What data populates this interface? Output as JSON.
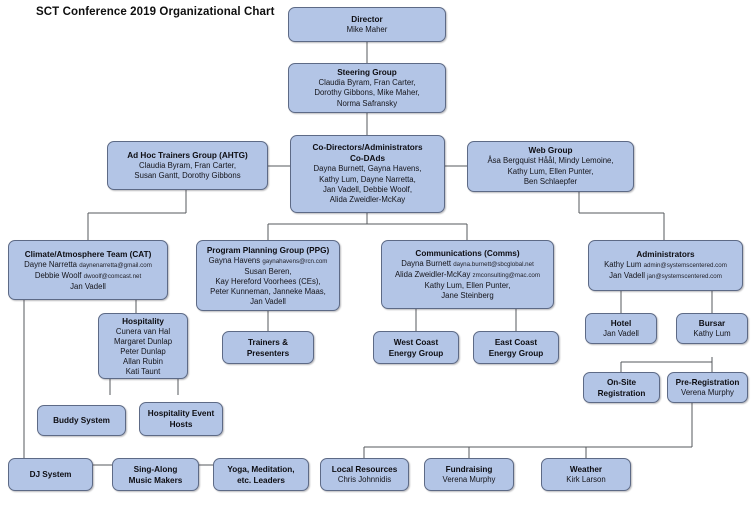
{
  "title": "SCT Conference 2019 Organizational Chart",
  "colors": {
    "box_fill": "#b3c5e6",
    "box_border": "#5d6a86",
    "connector": "#56585c",
    "text": "#14141a"
  },
  "nodes": {
    "director": {
      "name": "Director",
      "members": [
        "Mike Maher"
      ]
    },
    "steering_group": {
      "name": "Steering Group",
      "members": [
        "Claudia Byram, Fran Carter,",
        "Dorothy Gibbons, Mike Maher,",
        "Norma Safransky"
      ]
    },
    "ahtg": {
      "name": "Ad Hoc Trainers Group (AHTG)",
      "members": [
        "Claudia Byram, Fran Carter,",
        "Susan Gantt, Dorothy Gibbons"
      ]
    },
    "co_dads": {
      "name": "Co-Directors/Administrators",
      "name2": "Co-DAds",
      "members": [
        "Dayna Burnett, Gayna Havens,",
        "Kathy Lum, Dayne Narretta,",
        "Jan Vadell, Debbie Woolf,",
        "Alida Zweidler-McKay"
      ]
    },
    "web_group": {
      "name": "Web Group",
      "members": [
        "Åsa Bergquist Håål, Mindy Lemoine,",
        "Kathy Lum, Ellen Punter,",
        "Ben Schlaepfer"
      ]
    },
    "cat": {
      "name": "Climate/Atmosphere Team (CAT)",
      "members": [
        {
          "person": "Dayne Narretta",
          "email": "daynenarretta@gmail.com"
        },
        {
          "person": "Debbie Woolf",
          "email": "dwoolf@comcast.net"
        },
        {
          "person": "Jan Vadell",
          "email": ""
        }
      ]
    },
    "ppg": {
      "name": "Program Planning Group (PPG)",
      "members": [
        {
          "person": "Gayna Havens",
          "email": "gaynahavens@rcn.com"
        },
        {
          "person": "Susan Beren,",
          "email": ""
        },
        {
          "person": "Kay Hereford Voorhees (CEs),",
          "email": ""
        },
        {
          "person": "Peter Kunneman, Janneke Maas,",
          "email": ""
        },
        {
          "person": "Jan Vadell",
          "email": ""
        }
      ]
    },
    "comms": {
      "name": "Communications (Comms)",
      "members": [
        {
          "person": "Dayna Burnett",
          "email": "dayna.burnett@sbcglobal.net"
        },
        {
          "person": "Alida Zweidler-McKay",
          "email": "zmconsulting@mac.com"
        },
        {
          "person": "Kathy Lum, Ellen Punter,",
          "email": ""
        },
        {
          "person": "Jane Steinberg",
          "email": ""
        }
      ]
    },
    "administrators": {
      "name": "Administrators",
      "members": [
        {
          "person": "Kathy Lum",
          "email": "admin@systemscentered.com"
        },
        {
          "person": "Jan Vadell",
          "email": "jan@systemscentered.com"
        }
      ]
    },
    "hospitality": {
      "name": "Hospitality",
      "members": [
        "Cunera van Hal",
        "Margaret Dunlap",
        "Peter Dunlap",
        "Allan Rubin",
        "Kati Taunt"
      ]
    },
    "trainers_presenters": {
      "name": "Trainers &",
      "name2": "Presenters",
      "members": []
    },
    "west_coast_energy": {
      "name": "West Coast",
      "name2": "Energy Group",
      "members": []
    },
    "east_coast_energy": {
      "name": "East Coast",
      "name2": "Energy Group",
      "members": []
    },
    "hotel": {
      "name": "Hotel",
      "members": [
        "Jan Vadell"
      ]
    },
    "bursar": {
      "name": "Bursar",
      "members": [
        "Kathy Lum"
      ]
    },
    "onsite_registration": {
      "name": "On-Site",
      "name2": "Registration",
      "members": []
    },
    "pre_registration": {
      "name": "Pre-Registration",
      "members": [
        "Verena Murphy"
      ]
    },
    "buddy_system": {
      "name": "Buddy System",
      "members": []
    },
    "hospitality_event_hosts": {
      "name": "Hospitality Event",
      "name2": "Hosts",
      "members": []
    },
    "dj_system": {
      "name": "DJ System",
      "members": []
    },
    "sing_along": {
      "name": "Sing-Along",
      "name2": "Music Makers",
      "members": []
    },
    "yoga": {
      "name": "Yoga, Meditation,",
      "name2": "etc. Leaders",
      "members": []
    },
    "local_resources": {
      "name": "Local Resources",
      "members": [
        "Chris Johnnidis"
      ]
    },
    "fundraising": {
      "name": "Fundraising",
      "members": [
        "Verena Murphy"
      ]
    },
    "weather": {
      "name": "Weather",
      "members": [
        "Kirk Larson"
      ]
    }
  }
}
